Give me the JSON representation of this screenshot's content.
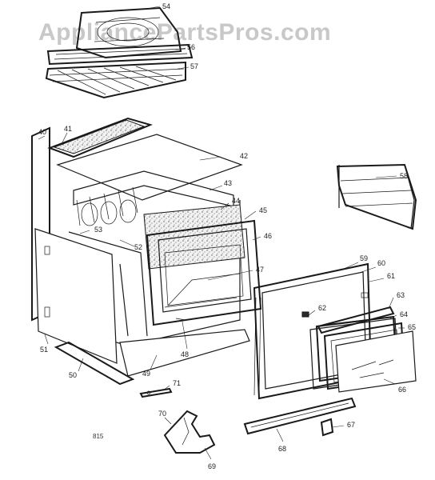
{
  "watermark": "AppliancePartsPros.com",
  "reference_code": "815",
  "callouts": [
    "54",
    "56",
    "57",
    "40",
    "41",
    "42",
    "43",
    "44",
    "45",
    "46",
    "47",
    "48",
    "49",
    "50",
    "51",
    "52",
    "53",
    "58",
    "59",
    "60",
    "61",
    "62",
    "63",
    "64",
    "65",
    "66",
    "67",
    "68",
    "69",
    "70",
    "71"
  ]
}
